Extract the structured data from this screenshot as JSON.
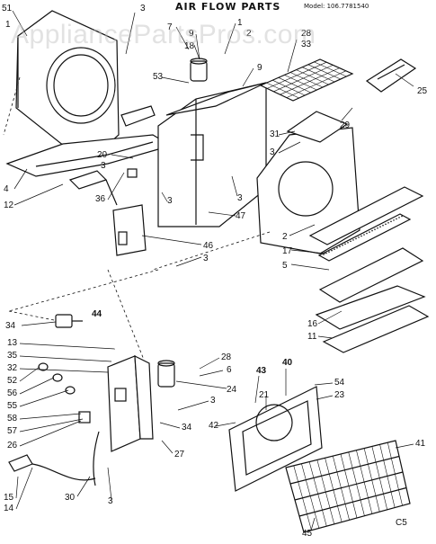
{
  "header": {
    "title": "AIR FLOW PARTS",
    "model": "Model: 106.7781540",
    "watermark": "AppliancePartsPros.com"
  },
  "footer": {
    "code": "C5"
  },
  "callouts": [
    {
      "id": "c51",
      "label": "51"
    },
    {
      "id": "c1a",
      "label": "1"
    },
    {
      "id": "c3a",
      "label": "3"
    },
    {
      "id": "c7",
      "label": "7"
    },
    {
      "id": "c9a",
      "label": "9"
    },
    {
      "id": "c18",
      "label": "18"
    },
    {
      "id": "c1b",
      "label": "1"
    },
    {
      "id": "c2a",
      "label": "2"
    },
    {
      "id": "c9b",
      "label": "9"
    },
    {
      "id": "c28a",
      "label": "28"
    },
    {
      "id": "c33",
      "label": "33"
    },
    {
      "id": "c53",
      "label": "53"
    },
    {
      "id": "c25",
      "label": "25"
    },
    {
      "id": "c29",
      "label": "29"
    },
    {
      "id": "c31",
      "label": "31"
    },
    {
      "id": "c3b",
      "label": "3"
    },
    {
      "id": "c20",
      "label": "20"
    },
    {
      "id": "c3c",
      "label": "3"
    },
    {
      "id": "c4",
      "label": "4"
    },
    {
      "id": "c12",
      "label": "12"
    },
    {
      "id": "c36",
      "label": "36"
    },
    {
      "id": "c3d",
      "label": "3"
    },
    {
      "id": "c47",
      "label": "47"
    },
    {
      "id": "c3e",
      "label": "3"
    },
    {
      "id": "c46",
      "label": "46"
    },
    {
      "id": "c3f",
      "label": "3"
    },
    {
      "id": "c2b",
      "label": "2"
    },
    {
      "id": "c17",
      "label": "17"
    },
    {
      "id": "c5",
      "label": "5"
    },
    {
      "id": "c16",
      "label": "16"
    },
    {
      "id": "c11",
      "label": "11"
    },
    {
      "id": "c34a",
      "label": "34"
    },
    {
      "id": "c44",
      "label": "44"
    },
    {
      "id": "c13",
      "label": "13"
    },
    {
      "id": "c35",
      "label": "35"
    },
    {
      "id": "c32",
      "label": "32"
    },
    {
      "id": "c52",
      "label": "52"
    },
    {
      "id": "c56",
      "label": "56"
    },
    {
      "id": "c55",
      "label": "55"
    },
    {
      "id": "c58",
      "label": "58"
    },
    {
      "id": "c57",
      "label": "57"
    },
    {
      "id": "c26",
      "label": "26"
    },
    {
      "id": "c28b",
      "label": "28"
    },
    {
      "id": "c6",
      "label": "6"
    },
    {
      "id": "c43",
      "label": "43"
    },
    {
      "id": "c40",
      "label": "40"
    },
    {
      "id": "c54",
      "label": "54"
    },
    {
      "id": "c23",
      "label": "23"
    },
    {
      "id": "c21",
      "label": "21"
    },
    {
      "id": "c24",
      "label": "24"
    },
    {
      "id": "c3g",
      "label": "3"
    },
    {
      "id": "c42",
      "label": "42"
    },
    {
      "id": "c34b",
      "label": "34"
    },
    {
      "id": "c27",
      "label": "27"
    },
    {
      "id": "c41",
      "label": "41"
    },
    {
      "id": "c15",
      "label": "15"
    },
    {
      "id": "c14",
      "label": "14"
    },
    {
      "id": "c30",
      "label": "30"
    },
    {
      "id": "c3h",
      "label": "3"
    },
    {
      "id": "c45",
      "label": "45"
    }
  ]
}
